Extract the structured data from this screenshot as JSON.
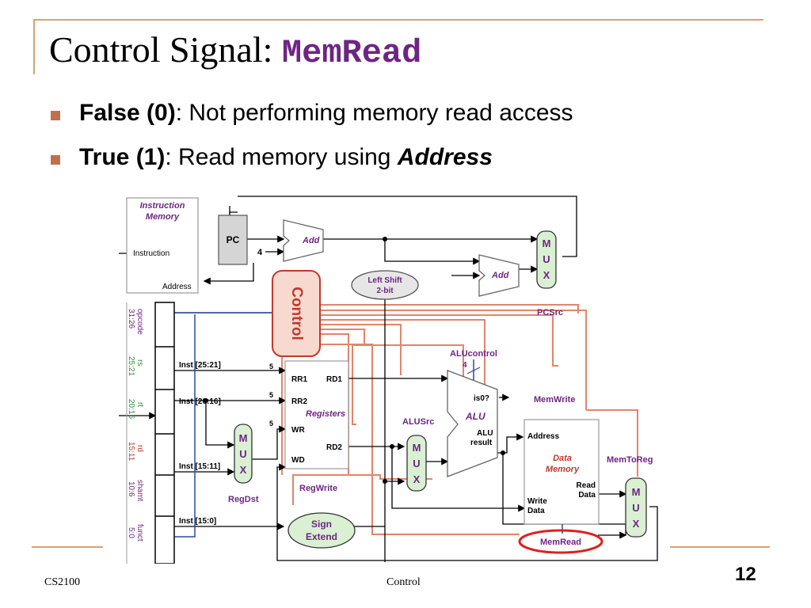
{
  "slide": {
    "title_prefix": "Control Signal: ",
    "title_signal": "MemRead",
    "bullets": [
      {
        "bold": "False (0)",
        "sep": ": ",
        "rest": "Not performing memory read access",
        "italic": ""
      },
      {
        "bold": "True  (1)",
        "sep": ": ",
        "rest": "Read memory using ",
        "italic": "Address"
      }
    ],
    "footer_left": "CS2100",
    "footer_center": "Control",
    "page_number": "12"
  },
  "diagram": {
    "instruction_memory": {
      "title_1": "Instruction",
      "title_2": "Memory",
      "port_instruction": "Instruction",
      "port_address": "Address"
    },
    "pc": "PC",
    "four": "4",
    "add_1": "Add",
    "add_2": "Add",
    "left_shift_1": "Left Shift",
    "left_shift_2": "2-bit",
    "control": "Control",
    "pcsrc": "PCSrc",
    "mux_letters": [
      "M",
      "U",
      "X"
    ],
    "fields": [
      {
        "name": "opcode",
        "bits": "31:26"
      },
      {
        "name": "rs",
        "bits": "25:21"
      },
      {
        "name": "rt",
        "bits": "20:16"
      },
      {
        "name": "rd",
        "bits": "15:11"
      },
      {
        "name": "shamt",
        "bits": "10:6"
      },
      {
        "name": "funct",
        "bits": "5:0"
      }
    ],
    "inst_labels": [
      "Inst [25:21]",
      "Inst [20:16]",
      "Inst [15:11]",
      "Inst [15:0]"
    ],
    "bus_width": "5",
    "registers": {
      "rr1": "RR1",
      "rr2": "RR2",
      "wr": "WR",
      "wd": "WD",
      "rd1": "RD1",
      "rd2": "RD2",
      "title": "Registers"
    },
    "regdst": "RegDst",
    "regwrite": "RegWrite",
    "alusrc": "ALUSrc",
    "alucontrol": "ALUcontrol",
    "alucontrol_width": "4",
    "alu": {
      "title": "ALU",
      "is0": "is0?",
      "result_1": "ALU",
      "result_2": "result"
    },
    "sign_extend_1": "Sign",
    "sign_extend_2": "Extend",
    "memwrite": "MemWrite",
    "data_memory": {
      "address": "Address",
      "title_1": "Data",
      "title_2": "Memory",
      "read_1": "Read",
      "read_2": "Data",
      "write_1": "Write",
      "write_2": "Data"
    },
    "memtoreg": "MemToReg",
    "memread": "MemRead",
    "colors": {
      "control_line": "#e2856a",
      "highlight": "#e02020",
      "purple": "#6e2583",
      "green": "#2e8b2e",
      "box_green": "#d9f0d3",
      "control_fill": "#f8d9cf"
    }
  }
}
